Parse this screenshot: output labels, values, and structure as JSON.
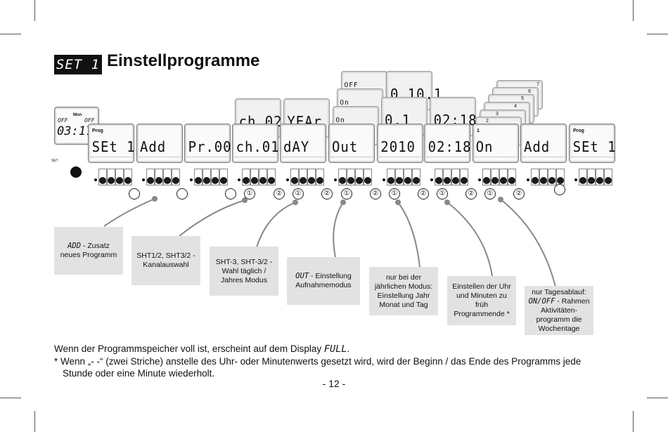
{
  "header": {
    "badge": "SET 1",
    "title": "Einstellprogramme"
  },
  "start_display": {
    "line1_left": "OFF",
    "line1_right": "OFF",
    "time": "03:17",
    "day": "Mon",
    "label": "SET"
  },
  "displays": [
    {
      "text": "SEt 1",
      "label": "Prog"
    },
    {
      "text": "Add",
      "label": ""
    },
    {
      "text": "Pr.00",
      "label": ""
    },
    {
      "text": "ch.01",
      "label": ""
    },
    {
      "text": "dAY",
      "label": ""
    },
    {
      "text": "Out",
      "label": ""
    },
    {
      "text": "2010",
      "label": ""
    },
    {
      "text": "02:18",
      "label": ""
    },
    {
      "text": "On",
      "label": ""
    },
    {
      "text": "Add",
      "label": ""
    },
    {
      "text": "SEt 1",
      "label": "Prog"
    }
  ],
  "back_displays": [
    {
      "text": "ch.02"
    },
    {
      "text": "YEAr"
    },
    {
      "text": "OFF"
    },
    {
      "text": "On"
    },
    {
      "text": "On"
    },
    {
      "text": "0.10.1"
    },
    {
      "text": "0.1"
    },
    {
      "text": "02:18"
    }
  ],
  "stack_numbers": [
    "1",
    "2",
    "3",
    "4",
    "5",
    "6",
    "7"
  ],
  "button_markers": [
    "①",
    "②"
  ],
  "notes": {
    "n1_code": "ADD",
    "n1_text": " - Zusatz neues Programm",
    "n2": "SHT1/2, SHT3/2 - Kanalauswahl",
    "n3": "SHT-3, SHT-3/2 - Wahl täglich / Jahres Modus",
    "n4_code": "OUT",
    "n4_text": " - Einstellung Aufnahmemodus",
    "n5": "nur bei der jährlichen Modus: Einstellung Jahr Monat und Tag",
    "n6": "Einstellen der Uhr und Minuten zu früh Programmende *",
    "n7_prefix": "nur Tagesablauf:",
    "n7_code": "ON/OFF",
    "n7_text": " - Rahmen Aktivitäten-programm die Wochentage"
  },
  "footer": {
    "line1_text": "Wenn der Programmspeicher voll ist, erscheint auf dem Display ",
    "line1_code": "FULL",
    "line1_end": ".",
    "line2": "* Wenn „- -“ (zwei Striche) anstelle des Uhr- oder Minutenwerts gesetzt wird, wird der Beginn / das Ende des Programms jede",
    "line3": "Stunde oder eine Minute wiederholt."
  },
  "page_number": "- 12 -"
}
